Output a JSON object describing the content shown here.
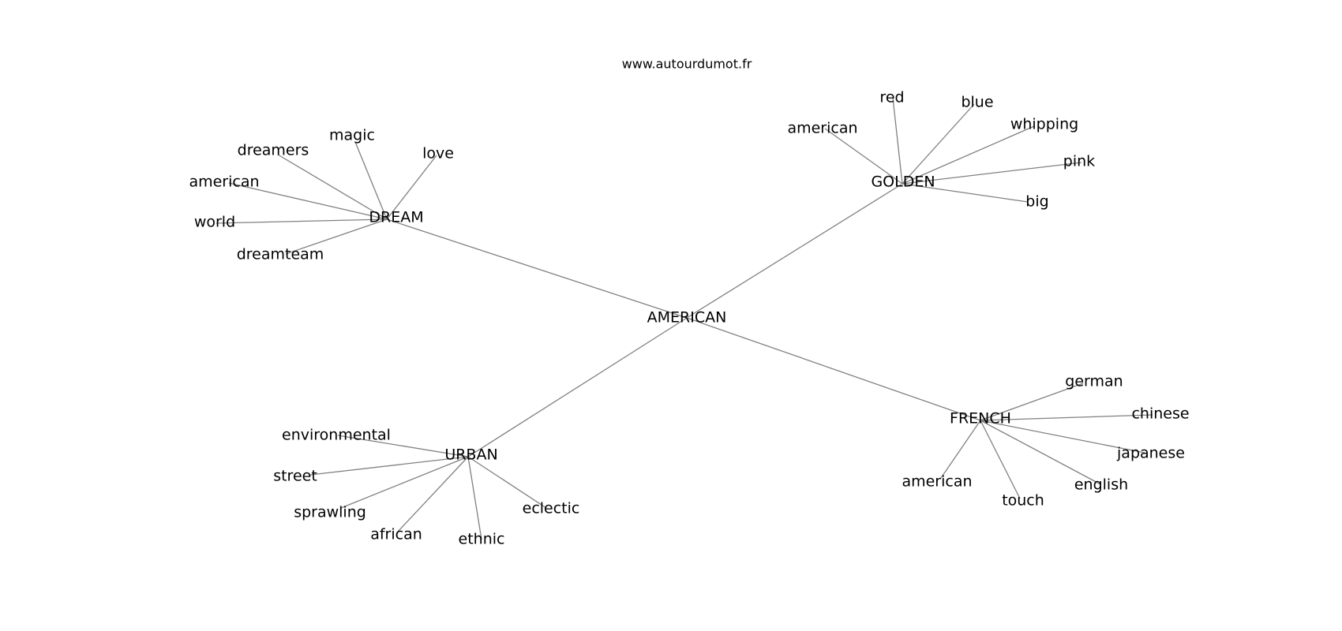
{
  "site": "www.autourdumot.fr",
  "center": {
    "label": "AMERICAN"
  },
  "clusters": [
    {
      "label": "DREAM",
      "leaves": [
        "magic",
        "dreamers",
        "love",
        "american",
        "world",
        "dreamteam"
      ]
    },
    {
      "label": "GOLDEN",
      "leaves": [
        "red",
        "blue",
        "american",
        "whipping",
        "pink",
        "big"
      ]
    },
    {
      "label": "URBAN",
      "leaves": [
        "environmental",
        "street",
        "sprawling",
        "african",
        "ethnic",
        "eclectic"
      ]
    },
    {
      "label": "FRENCH",
      "leaves": [
        "german",
        "chinese",
        "japanese",
        "english",
        "touch",
        "american"
      ]
    }
  ]
}
